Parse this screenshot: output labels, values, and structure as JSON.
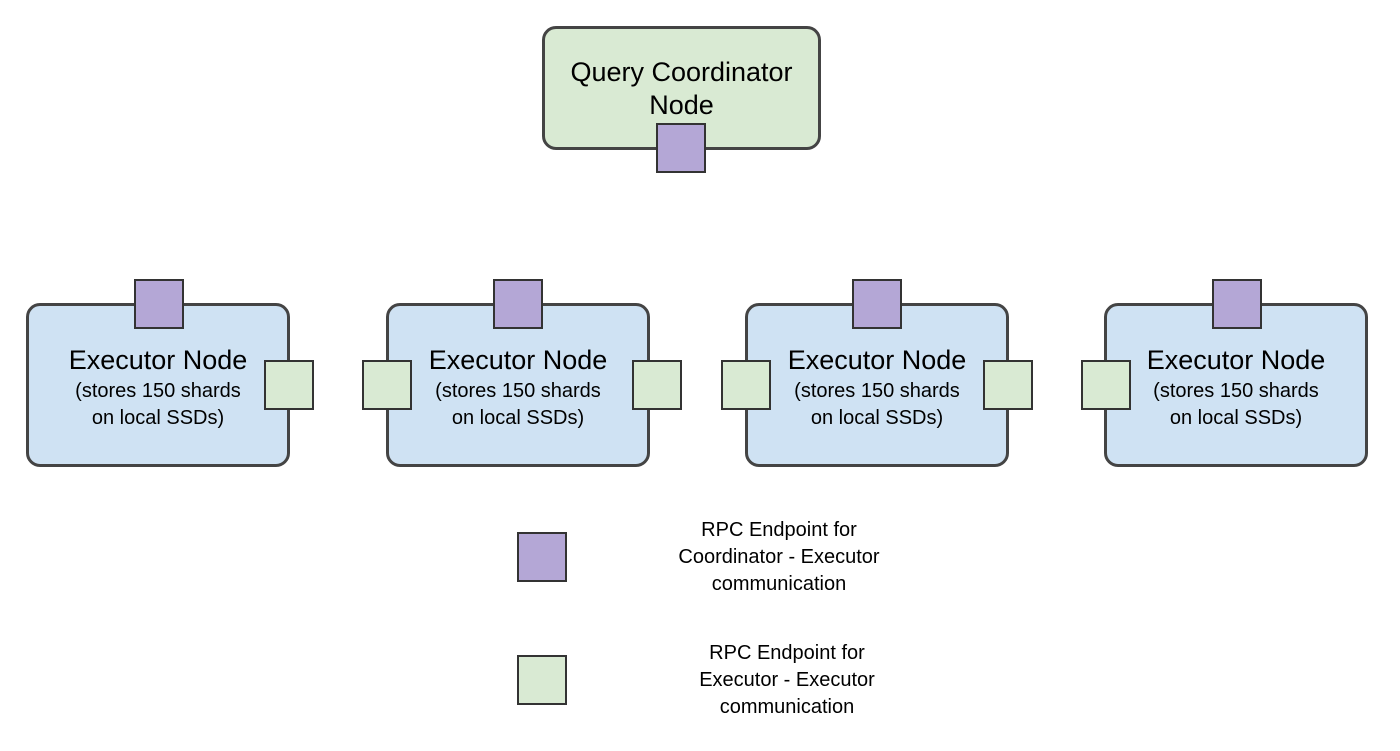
{
  "coordinator": {
    "title_line1": "Query Coordinator",
    "title_line2": "Node"
  },
  "executors": [
    {
      "title": "Executor Node",
      "sub_line1": "(stores 150 shards",
      "sub_line2": "on local SSDs)"
    },
    {
      "title": "Executor Node",
      "sub_line1": "(stores 150 shards",
      "sub_line2": "on local SSDs)"
    },
    {
      "title": "Executor Node",
      "sub_line1": "(stores 150 shards",
      "sub_line2": "on local SSDs)"
    },
    {
      "title": "Executor Node",
      "sub_line1": "(stores 150 shards",
      "sub_line2": "on local SSDs)"
    }
  ],
  "legend": {
    "coordinator_endpoint": {
      "line1": "RPC Endpoint for",
      "line2": "Coordinator - Executor",
      "line3": "communication"
    },
    "executor_endpoint": {
      "line1": "RPC Endpoint for",
      "line2": "Executor - Executor",
      "line3": "communication"
    }
  },
  "colors": {
    "coordinator_fill": "#d9ead3",
    "executor_fill": "#cfe2f3",
    "coordinator_endpoint": "#b4a7d6",
    "executor_endpoint": "#d9ead3",
    "border": "#444444"
  }
}
